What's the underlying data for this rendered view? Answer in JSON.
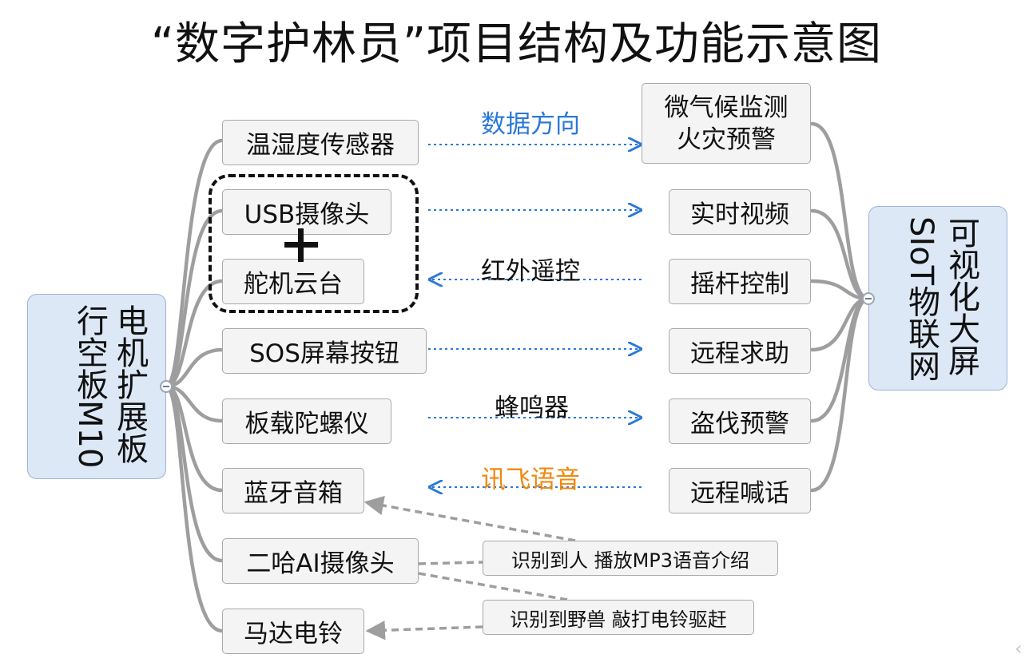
{
  "title": "“数字护林员”项目结构及功能示意图",
  "root_left": {
    "col1": "电机扩展板",
    "col2": "行空板M10"
  },
  "root_right": {
    "col1": "可视化大屏",
    "col2": "SIoT物联网"
  },
  "left_nodes": [
    "温湿度传感器",
    "USB摄像头",
    "舵机云台",
    "SOS屏幕按钮",
    "板载陀螺仪",
    "蓝牙音箱",
    "二哈AI摄像头",
    "马达电铃"
  ],
  "right_nodes": [
    "微气候监测",
    "火灾预警",
    "实时视频",
    "摇杆控制",
    "远程求助",
    "盗伐预警",
    "远程喊话"
  ],
  "arrow_labels": {
    "data_direction": "数据方向",
    "infrared": "红外遥控",
    "buzzer": "蜂鸣器",
    "iflytek": "讯飞语音"
  },
  "notes": {
    "person": "识别到人 播放MP3语音介绍",
    "wild_animal": "识别到野兽 敲打电铃驱赶"
  },
  "colors": {
    "arrow_blue": "#2a78d6",
    "label_orange": "#f0880f",
    "wire_gray": "#9e9e9e",
    "root_fill": "#dde8f7"
  },
  "icons": {
    "collapse": "collapse-minus-icon",
    "combine": "plus-icon"
  }
}
